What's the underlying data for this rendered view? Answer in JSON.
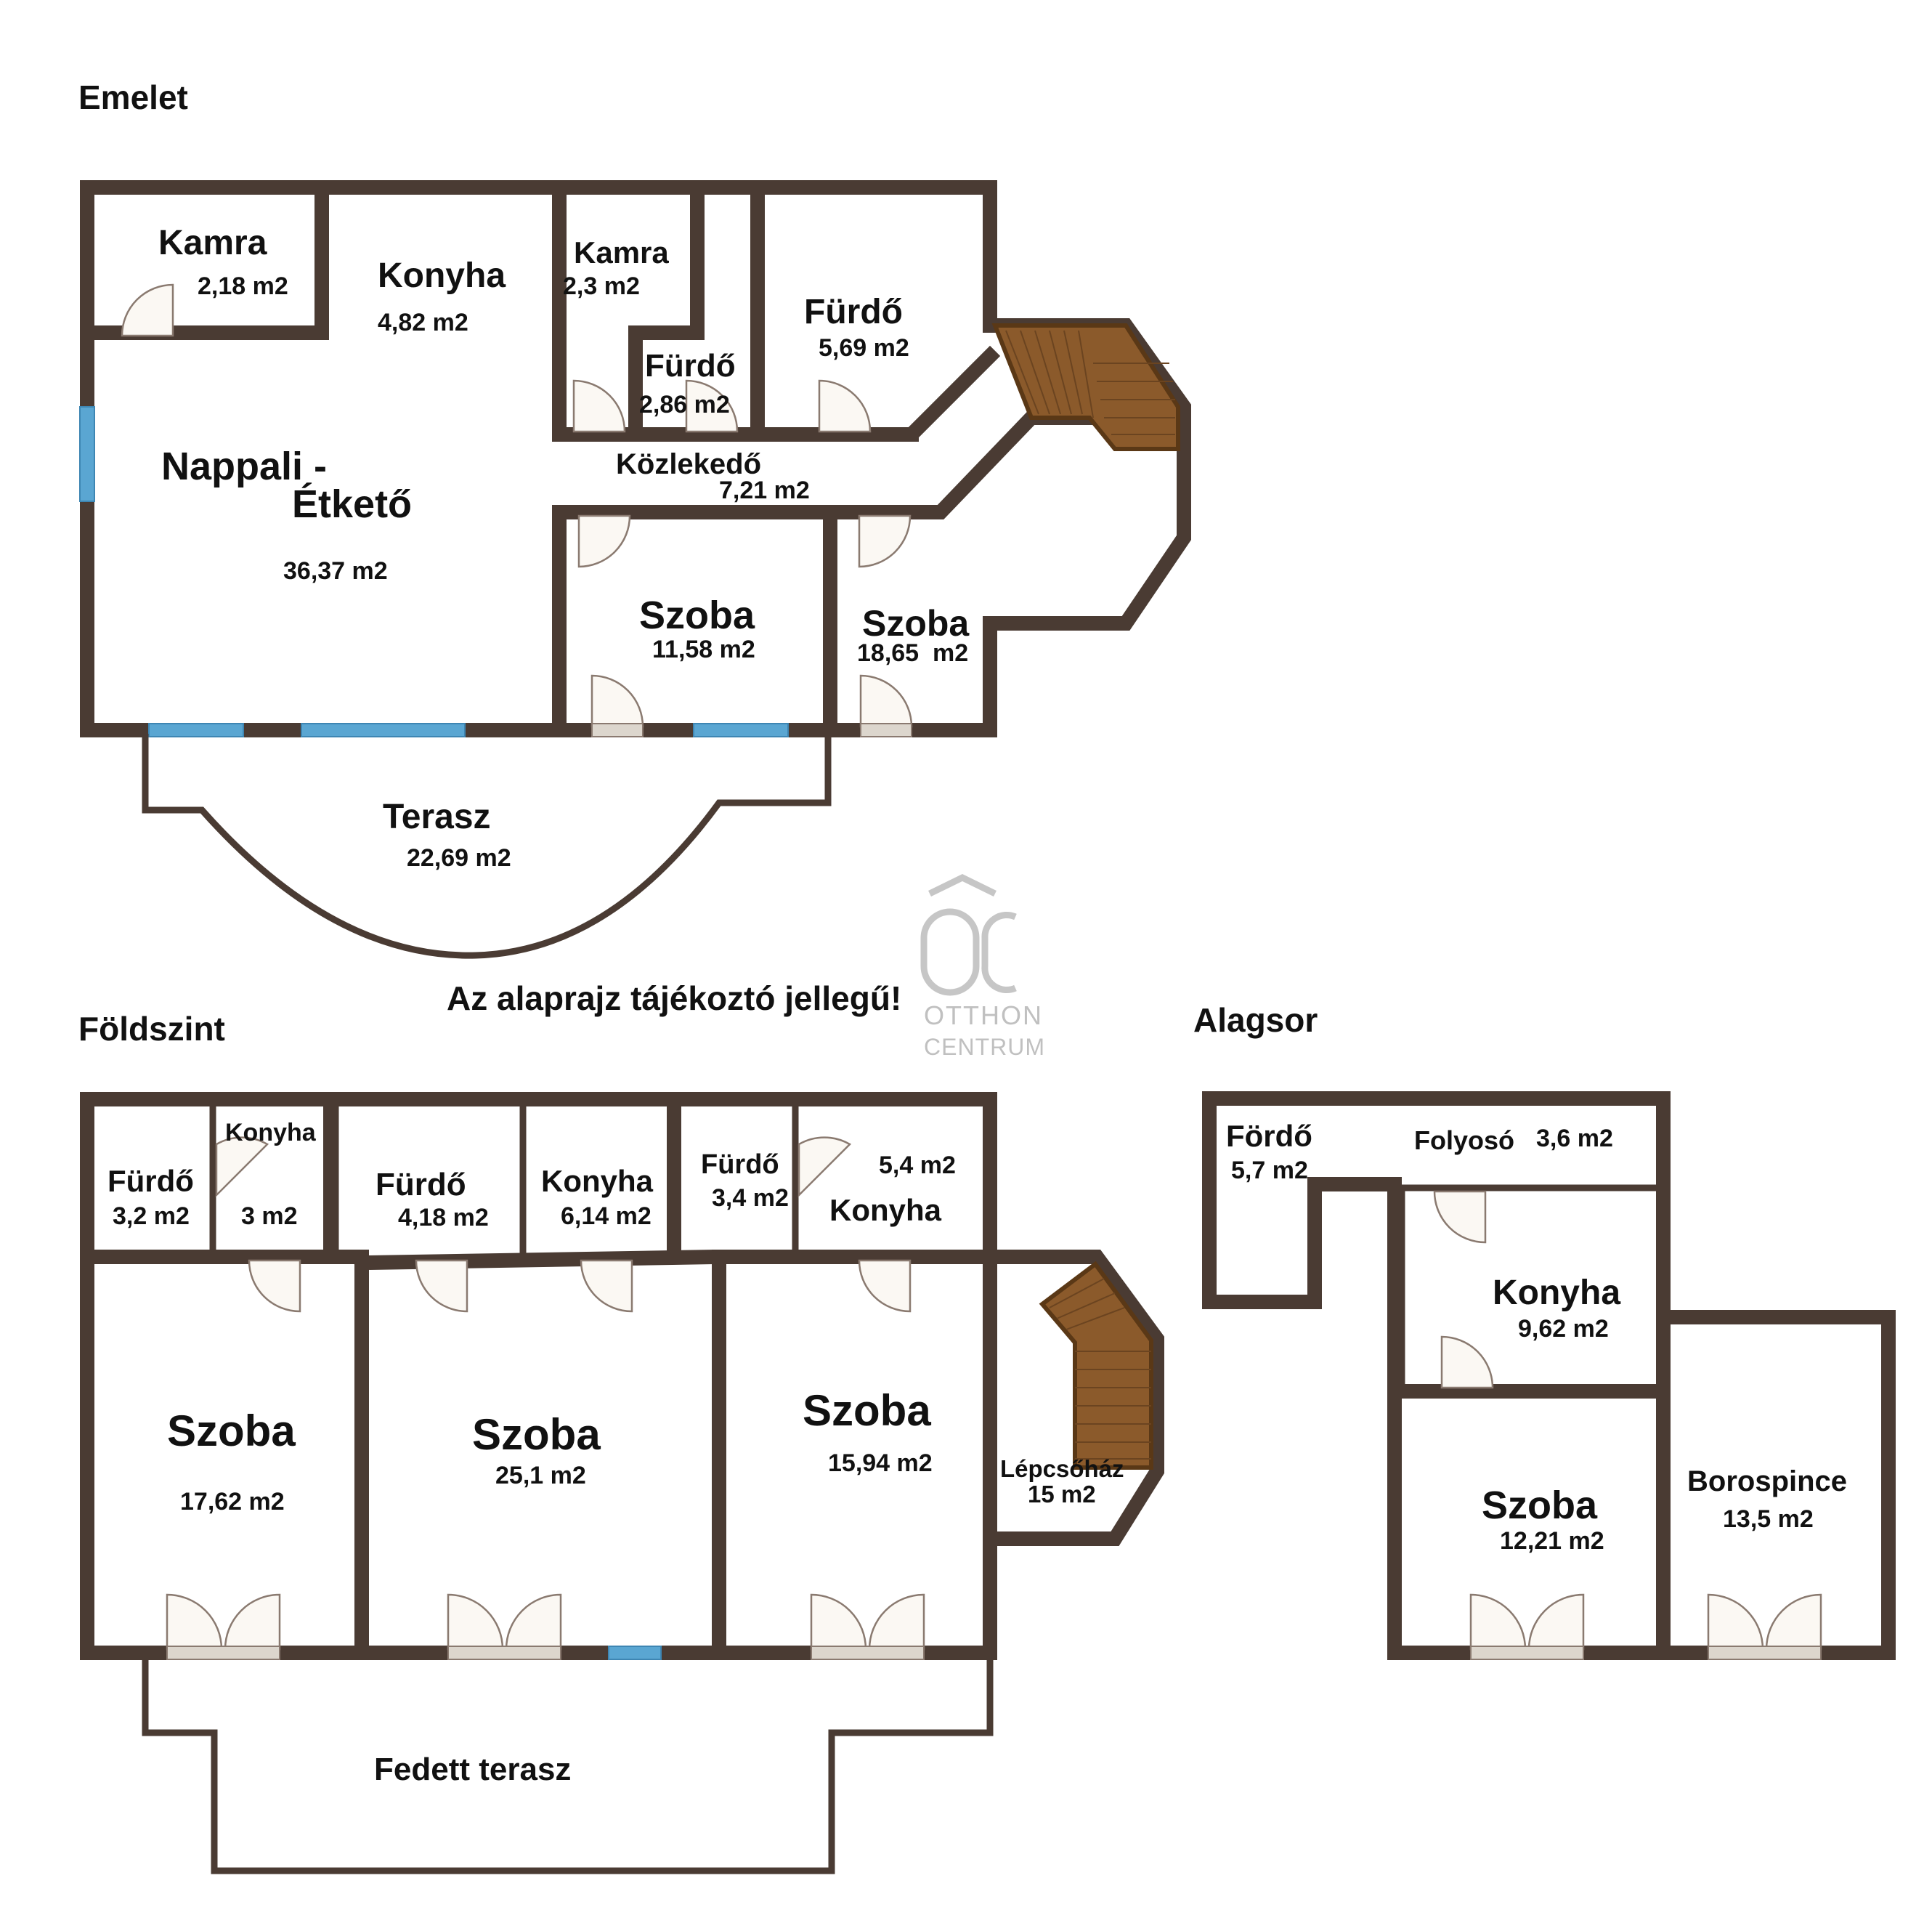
{
  "floors": {
    "emelet": "Emelet",
    "foldszint": "Földszint",
    "alagsor": "Alagsor"
  },
  "notice": "Az alaprajz tájékoztó jellegű!",
  "logo": {
    "mark": "OC",
    "line1": "OTTHON",
    "line2": "CENTRUM"
  },
  "emelet_rooms": {
    "kamra1": {
      "name": "Kamra",
      "area": "2,18 m2"
    },
    "konyha": {
      "name": "Konyha",
      "area": "4,82 m2"
    },
    "kamra2": {
      "name": "Kamra",
      "area": "2,3 m2"
    },
    "furdo1": {
      "name": "Fürdő",
      "area": "5,69 m2"
    },
    "furdo2": {
      "name": "Fürdő",
      "area": "2,86 m2"
    },
    "nappali": {
      "name1": "Nappali -",
      "name2": "Étkető",
      "area": "36,37 m2"
    },
    "kozlekedo": {
      "name": "Közlekedő",
      "area": "7,21 m2"
    },
    "szoba1": {
      "name": "Szoba",
      "area": "11,58 m2"
    },
    "szoba2": {
      "name": "Szoba",
      "area": "18,65  m2"
    },
    "terasz": {
      "name": "Terasz",
      "area": "22,69 m2"
    }
  },
  "foldszint_rooms": {
    "furdo1": {
      "name": "Fürdő",
      "area": "3,2 m2"
    },
    "konyha1": {
      "name": "Konyha",
      "area": "3 m2"
    },
    "furdo2": {
      "name": "Fürdő",
      "area": "4,18 m2"
    },
    "konyha2": {
      "name": "Konyha",
      "area": "6,14 m2"
    },
    "furdo3": {
      "name": "Fürdő",
      "area": "3,4 m2"
    },
    "konyha3": {
      "name": "Konyha",
      "area": "5,4 m2"
    },
    "szoba1": {
      "name": "Szoba",
      "area": "17,62 m2"
    },
    "szoba2": {
      "name": "Szoba",
      "area": "25,1 m2"
    },
    "szoba3": {
      "name": "Szoba",
      "area": "15,94 m2"
    },
    "lepcsohaz": {
      "name": "Lépcsőház",
      "area": "15 m2"
    },
    "fedett_terasz": {
      "name": "Fedett terasz"
    }
  },
  "alagsor_rooms": {
    "fordo": {
      "name": "Fördő",
      "area": "5,7 m2"
    },
    "folyoso": {
      "name": "Folyosó",
      "area": "3,6 m2"
    },
    "konyha": {
      "name": "Konyha",
      "area": "9,62 m2"
    },
    "szoba": {
      "name": "Szoba",
      "area": "12,21 m2"
    },
    "borospince": {
      "name": "Borospince",
      "area": "13,5 m2"
    }
  },
  "colors": {
    "wall": "#4a3b33",
    "window": "#5aa6d2",
    "stairs": "#8b5a2b",
    "door": "#fbf8f3",
    "logo": "#c6c6c6"
  }
}
